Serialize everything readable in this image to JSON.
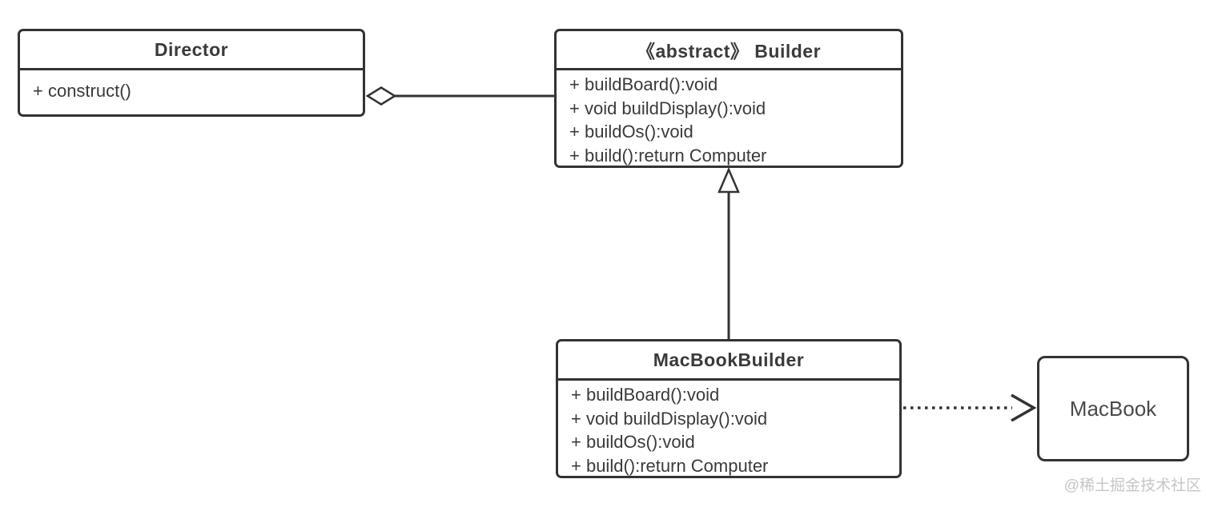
{
  "diagram": {
    "title_hint": "Builder pattern UML class diagram",
    "classes": {
      "director": {
        "title": "Director",
        "methods": [
          "+ construct()"
        ]
      },
      "builder": {
        "title": "《abstract》 Builder",
        "methods": [
          "+ buildBoard():void",
          "+ void buildDisplay():void",
          "+ buildOs():void",
          "+ build():return Computer"
        ]
      },
      "macbook_builder": {
        "title": "MacBookBuilder",
        "methods": [
          "+ buildBoard():void",
          "+ void buildDisplay():void",
          "+ buildOs():void",
          "+ build():return Computer"
        ]
      },
      "macbook": {
        "title": "MacBook"
      }
    },
    "relations": [
      {
        "type": "aggregation",
        "from": "Builder",
        "to": "Director",
        "line": "solid",
        "marker": "hollow-diamond"
      },
      {
        "type": "inheritance",
        "from": "MacBookBuilder",
        "to": "Builder",
        "line": "solid",
        "marker": "hollow-triangle"
      },
      {
        "type": "dependency",
        "from": "MacBookBuilder",
        "to": "MacBook",
        "line": "dotted",
        "marker": "open-arrow"
      }
    ],
    "watermark": "@稀土掘金技术社区",
    "colors": {
      "stroke": "#333333",
      "text": "#3a3a3a",
      "watermark": "#c6c6c6",
      "background": "#ffffff"
    }
  }
}
